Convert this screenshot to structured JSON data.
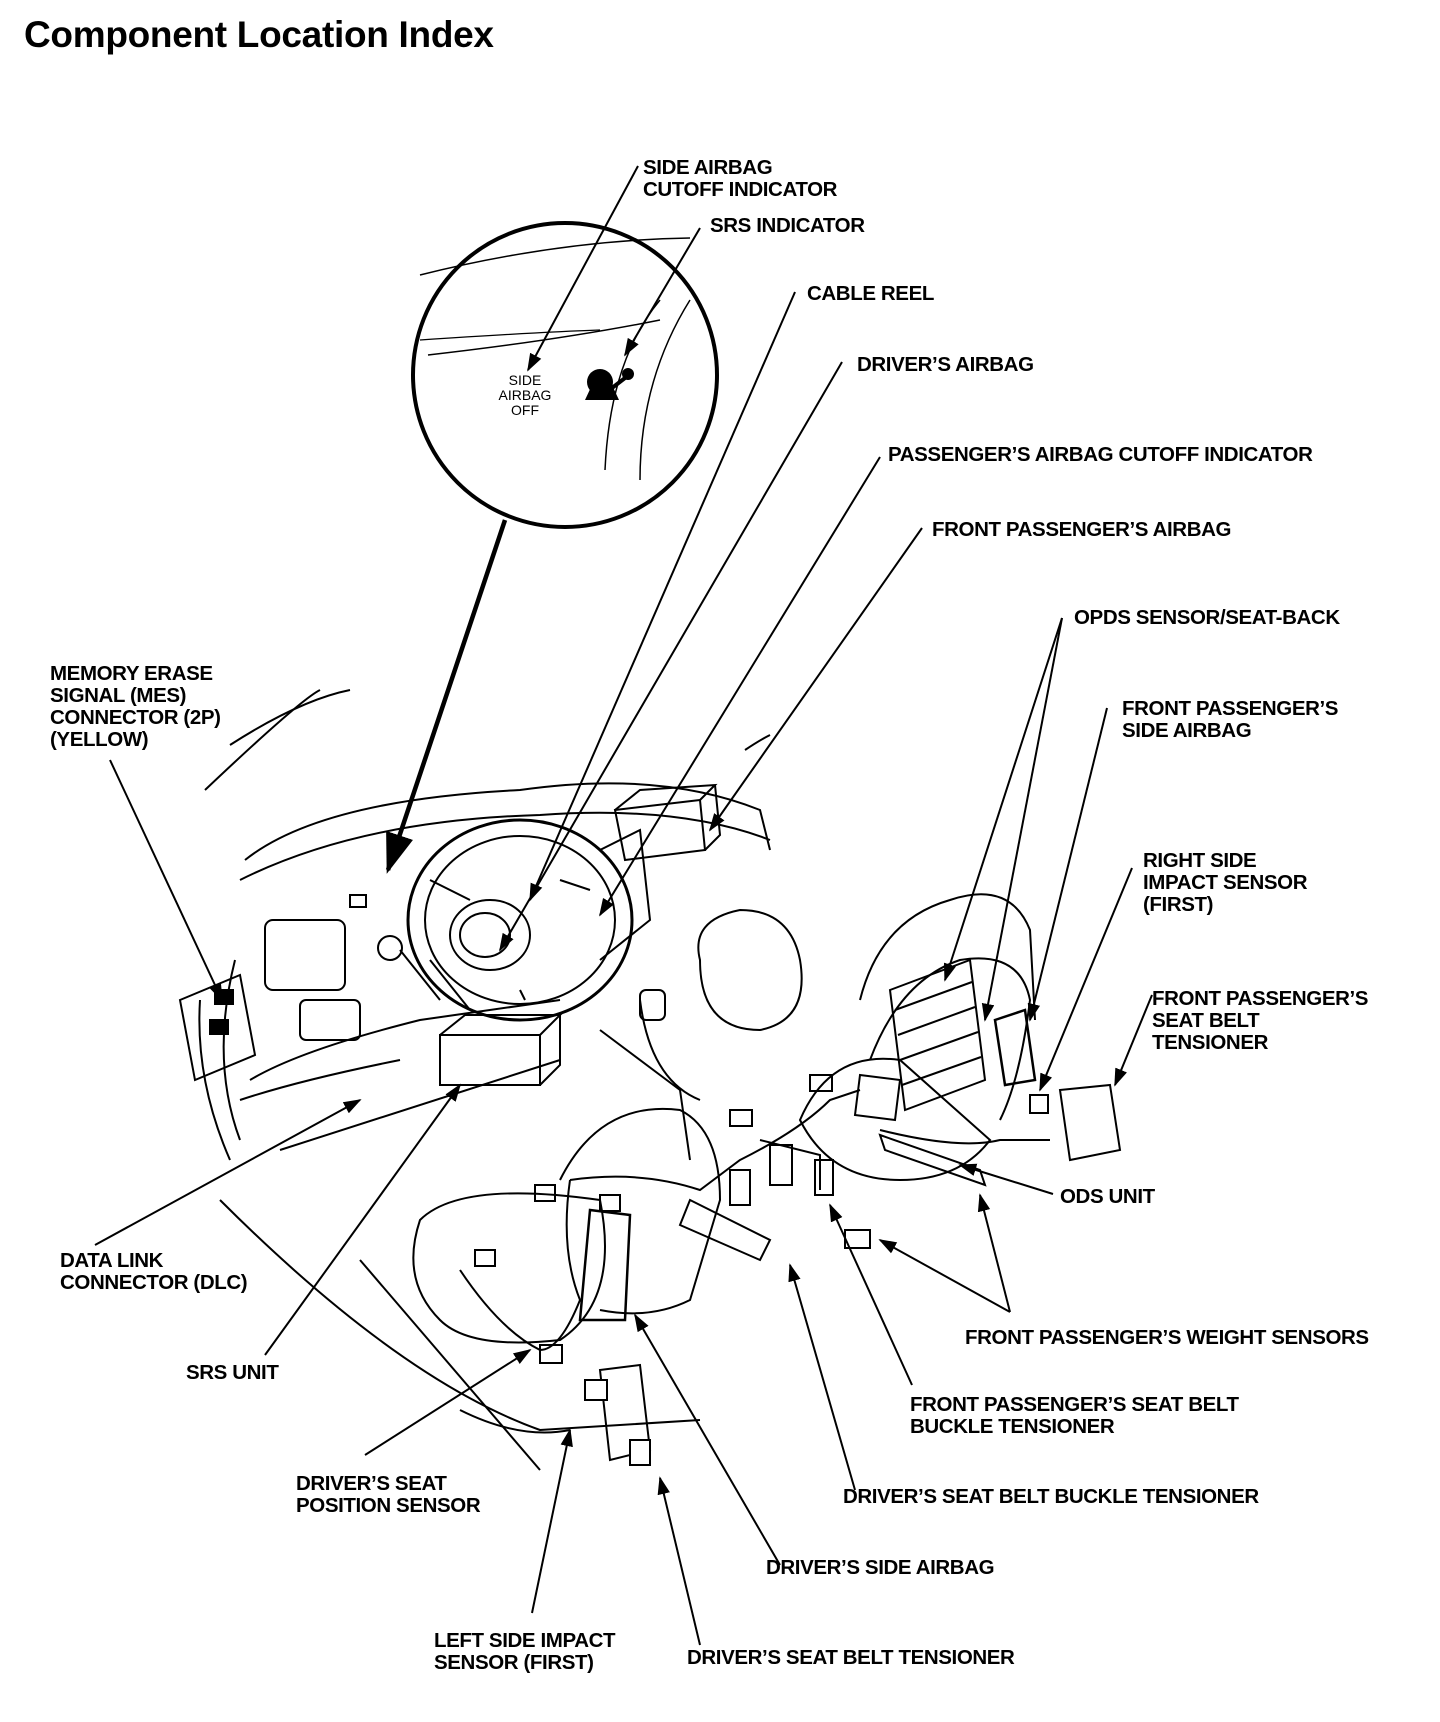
{
  "title": "Component Location Index",
  "inset": {
    "indicator_text": [
      "SIDE",
      "AIRBAG",
      "OFF"
    ]
  },
  "labels": {
    "side_airbag_cutoff_indicator": [
      "SIDE AIRBAG",
      "CUTOFF INDICATOR"
    ],
    "srs_indicator": [
      "SRS INDICATOR"
    ],
    "cable_reel": [
      "CABLE REEL"
    ],
    "drivers_airbag": [
      "DRIVER’S AIRBAG"
    ],
    "passengers_airbag_cutoff_indicator": [
      "PASSENGER’S AIRBAG CUTOFF INDICATOR"
    ],
    "front_passengers_airbag": [
      "FRONT PASSENGER’S AIRBAG"
    ],
    "opds_sensor": [
      "OPDS SENSOR/SEAT-BACK"
    ],
    "front_passengers_side_airbag": [
      "FRONT PASSENGER’S",
      "SIDE AIRBAG"
    ],
    "right_side_impact_sensor": [
      "RIGHT SIDE",
      "IMPACT SENSOR",
      "(FIRST)"
    ],
    "front_passengers_seat_belt_tensioner": [
      "FRONT PASSENGER’S",
      "SEAT BELT",
      "TENSIONER"
    ],
    "ods_unit": [
      "ODS UNIT"
    ],
    "front_passengers_weight_sensors": [
      "FRONT PASSENGER’S WEIGHT SENSORS"
    ],
    "front_passengers_seat_belt_buckle_tensioner": [
      "FRONT PASSENGER’S SEAT BELT",
      "BUCKLE TENSIONER"
    ],
    "drivers_seat_belt_buckle_tensioner": [
      "DRIVER’S SEAT BELT BUCKLE TENSIONER"
    ],
    "drivers_side_airbag": [
      "DRIVER’S SIDE AIRBAG"
    ],
    "drivers_seat_belt_tensioner": [
      "DRIVER’S SEAT BELT TENSIONER"
    ],
    "left_side_impact_sensor": [
      "LEFT SIDE IMPACT",
      "SENSOR (FIRST)"
    ],
    "drivers_seat_position_sensor": [
      "DRIVER’S SEAT",
      "POSITION SENSOR"
    ],
    "srs_unit": [
      "SRS UNIT"
    ],
    "data_link_connector": [
      "DATA LINK",
      "CONNECTOR (DLC)"
    ],
    "mes_connector": [
      "MEMORY ERASE",
      "SIGNAL (MES)",
      "CONNECTOR (2P)",
      "(YELLOW)"
    ]
  }
}
